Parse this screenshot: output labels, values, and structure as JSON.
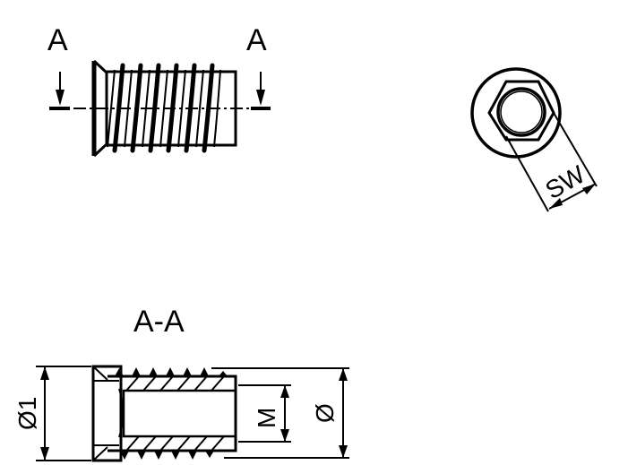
{
  "drawing": {
    "section_marker_left": "A",
    "section_marker_right": "A",
    "section_title": "A-A",
    "dimensions": {
      "wrench_size": "SW",
      "head_diameter": "Ø1",
      "thread_size": "M",
      "outer_diameter": "Ø"
    }
  },
  "colors": {
    "line": "#000000",
    "background": "#ffffff"
  }
}
